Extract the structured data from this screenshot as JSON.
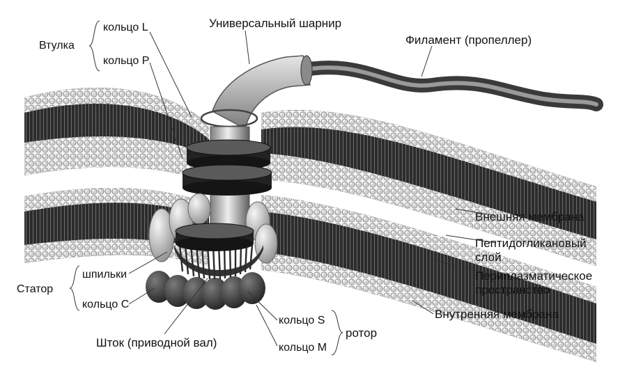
{
  "diagram": {
    "labels": {
      "bushing": "Втулка",
      "ring_l": "кольцо L",
      "ring_p": "кольцо P",
      "universal_joint": "Универсальный шарнир",
      "filament": "Филамент (пропеллер)",
      "outer_membrane": "Внешняя мембрана",
      "peptidoglycan_line1": "Пептидогликановый",
      "peptidoglycan_line2": "слой",
      "periplasm_line1": "Периплазматическое",
      "periplasm_line2": "пространство",
      "inner_membrane": "Внутренняя мембрана",
      "stator": "Статор",
      "studs": "шпильки",
      "ring_c": "кольцо C",
      "rod": "Шток (приводной вал)",
      "ring_s": "кольцо S",
      "ring_m": "кольцо M",
      "rotor": "ротор"
    }
  }
}
